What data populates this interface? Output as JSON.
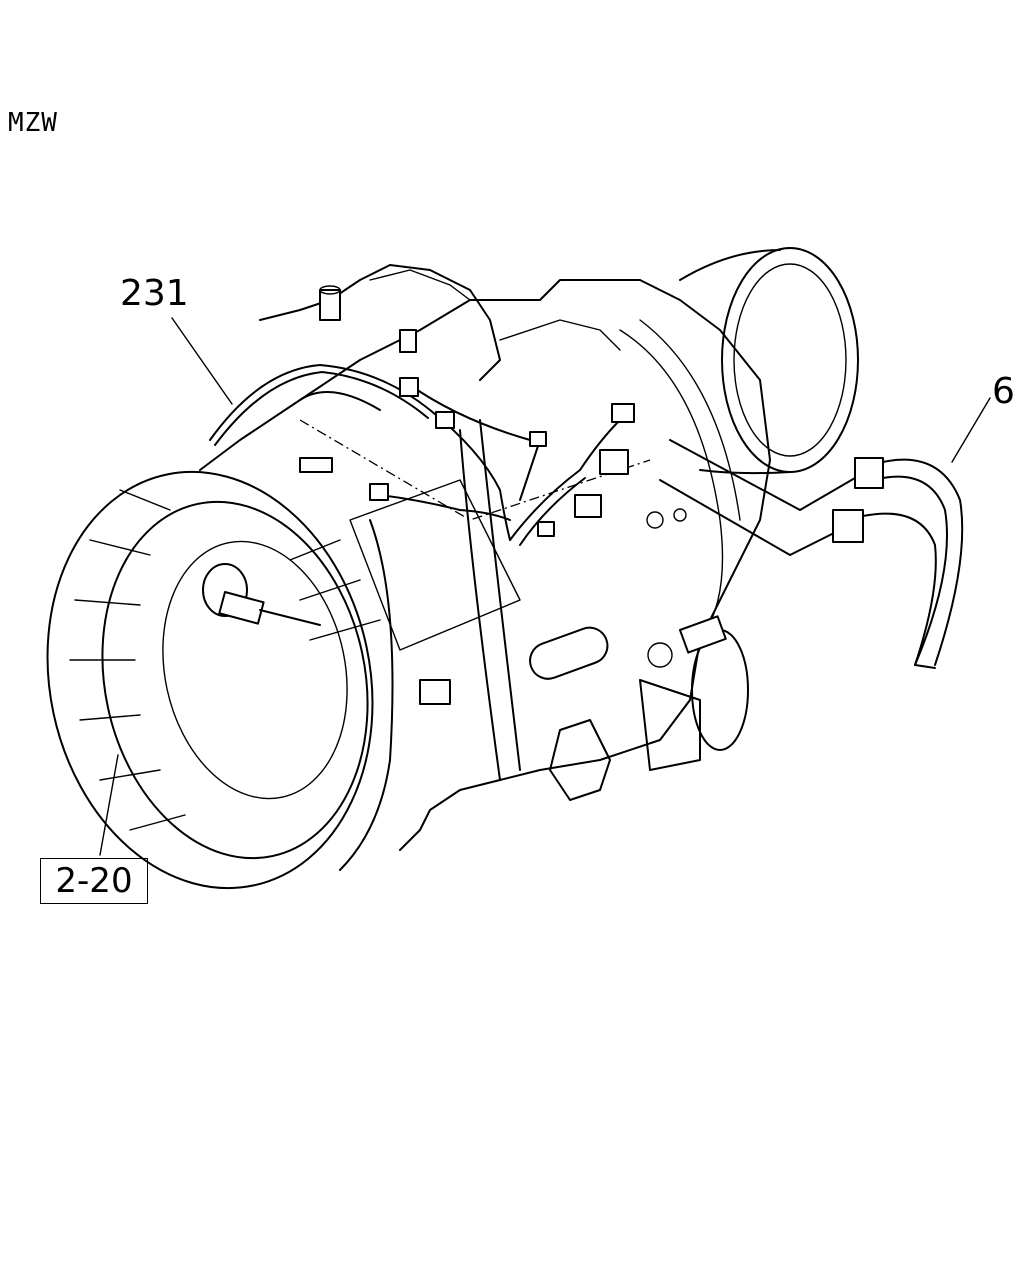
{
  "header": {
    "model_code": "MZW"
  },
  "callouts": {
    "harness": "231",
    "cable": "6",
    "reference": "2-20"
  }
}
